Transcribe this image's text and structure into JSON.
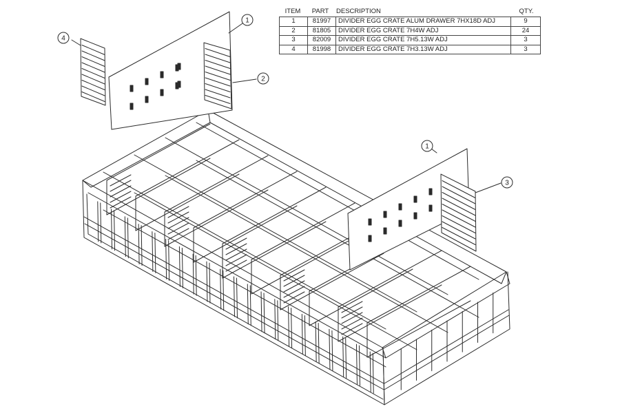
{
  "bom": {
    "headers": {
      "item": "ITEM",
      "part": "PART",
      "description": "DESCRIPTION",
      "qty": "QTY."
    },
    "rows": [
      {
        "item": "1",
        "part": "81997",
        "description": "DIVIDER EGG CRATE ALUM DRAWER 7HX18D ADJ",
        "qty": "9"
      },
      {
        "item": "2",
        "part": "81805",
        "description": "DIVIDER EGG CRATE 7H4W ADJ",
        "qty": "24"
      },
      {
        "item": "3",
        "part": "82009",
        "description": "DIVIDER EGG CRATE 7H5.13W ADJ",
        "qty": "3"
      },
      {
        "item": "4",
        "part": "81998",
        "description": "DIVIDER EGG CRATE 7H3.13W ADJ",
        "qty": "3"
      }
    ]
  },
  "balloons": [
    {
      "id": "balloon-1-top",
      "label": "1"
    },
    {
      "id": "balloon-2",
      "label": "2"
    },
    {
      "id": "balloon-4",
      "label": "4"
    },
    {
      "id": "balloon-1-right",
      "label": "1"
    },
    {
      "id": "balloon-3",
      "label": "3"
    }
  ],
  "colors": {
    "line": "#2a2a2a",
    "paper": "#ffffff"
  }
}
